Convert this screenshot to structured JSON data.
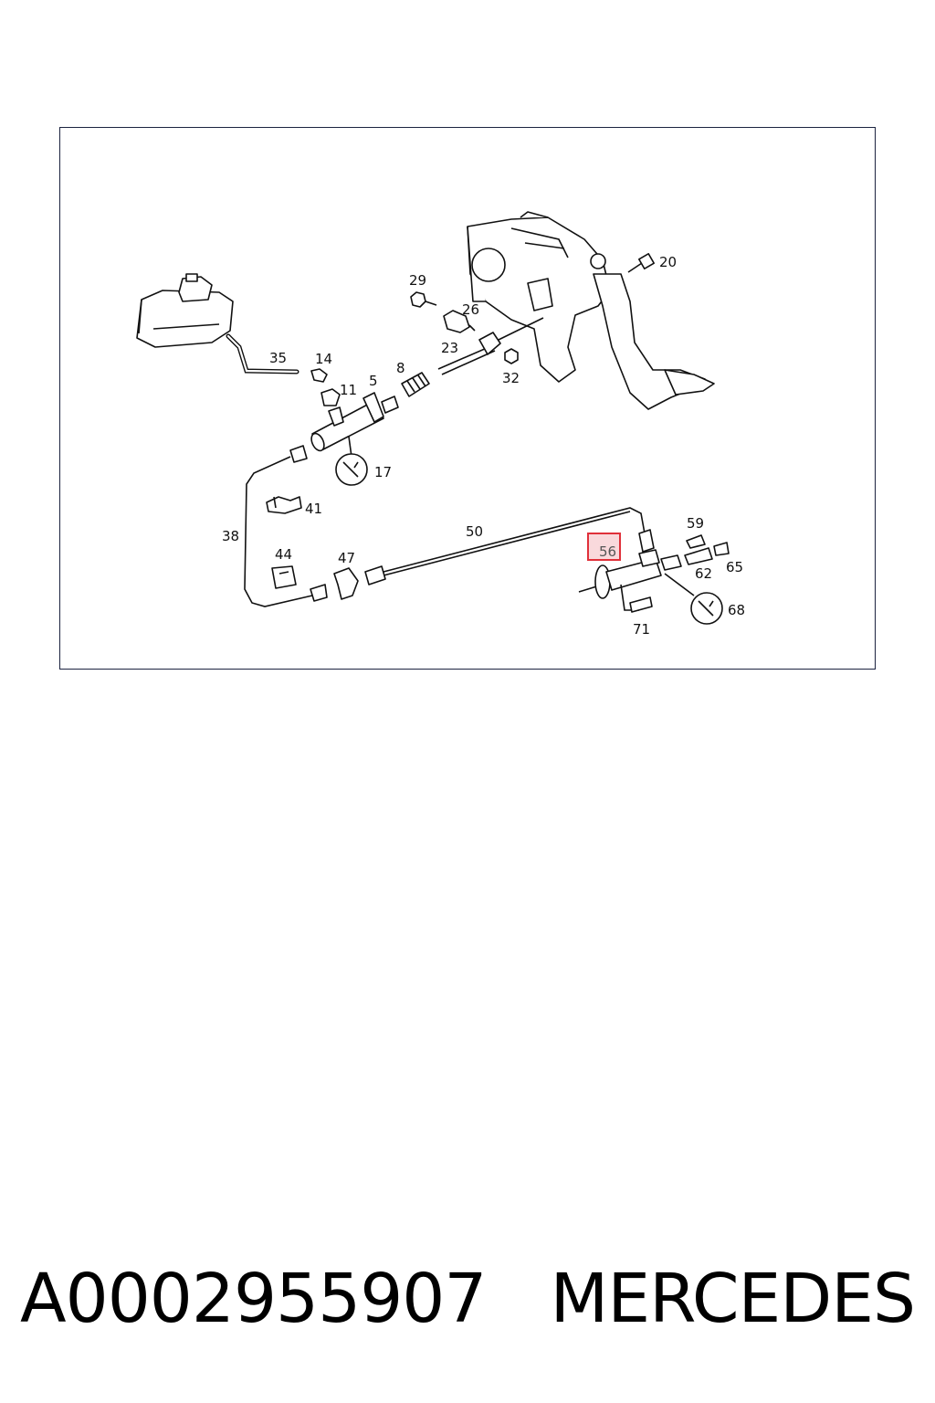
{
  "diagram": {
    "callouts": [
      "20",
      "29",
      "26",
      "23",
      "32",
      "35",
      "14",
      "11",
      "5",
      "8",
      "17",
      "41",
      "38",
      "50",
      "59",
      "56",
      "62",
      "65",
      "44",
      "47",
      "68",
      "71"
    ],
    "highlighted_callout": "56",
    "highlight_color": "#e0303a",
    "highlight_fill": "#f9d9dc"
  },
  "footer": {
    "part_number": "A0002955907",
    "brand": "MERCEDES"
  }
}
